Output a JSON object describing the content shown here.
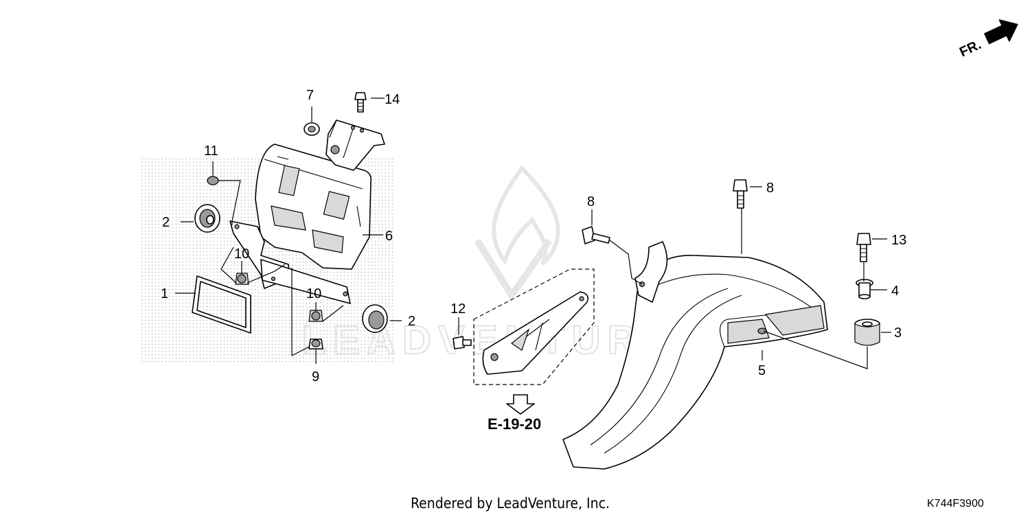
{
  "diagram": {
    "direction_label": "FR.",
    "callouts": {
      "c1": "1",
      "c2a": "2",
      "c2b": "2",
      "c3": "3",
      "c4": "4",
      "c5": "5",
      "c6": "6",
      "c7": "7",
      "c8a": "8",
      "c8b": "8",
      "c9": "9",
      "c10a": "10",
      "c10b": "10",
      "c11": "11",
      "c12": "12",
      "c13": "13",
      "c14": "14"
    },
    "reference": "E-19-20",
    "footer": "Rendered by LeadVenture, Inc.",
    "diagram_code": "K744F3900",
    "watermark": "LEADVENTURE",
    "colors": {
      "line": "#000000",
      "shade": "#d9d9d9",
      "watermark": "#e2e2e2"
    }
  }
}
